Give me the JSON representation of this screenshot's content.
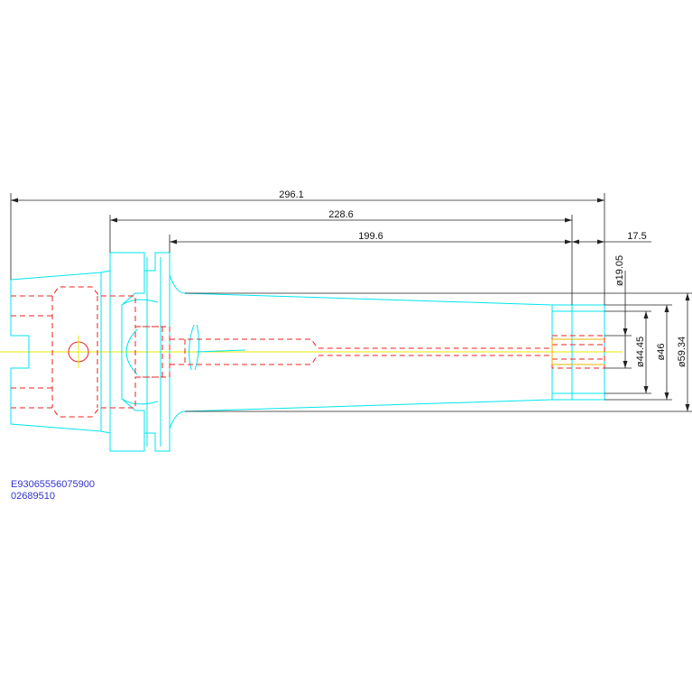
{
  "drawing": {
    "dimensions": {
      "overall_length": "296.1",
      "flange_to_end": "228.6",
      "body_length": "199.6",
      "end_length": "17.5",
      "dia_bore": "ø19.05",
      "dia_inner": "ø44.45",
      "dia_mid": "ø46",
      "dia_outer": "ø59.34"
    },
    "codes": {
      "part_number": "E93065556075900",
      "order_number": "02689510"
    },
    "colors": {
      "outline": "#00e5ee",
      "hidden": "#ee2222",
      "centerline": "#e8e800",
      "dimension": "#222222",
      "code_text": "#3333cc",
      "detail": "#e8b400"
    }
  }
}
